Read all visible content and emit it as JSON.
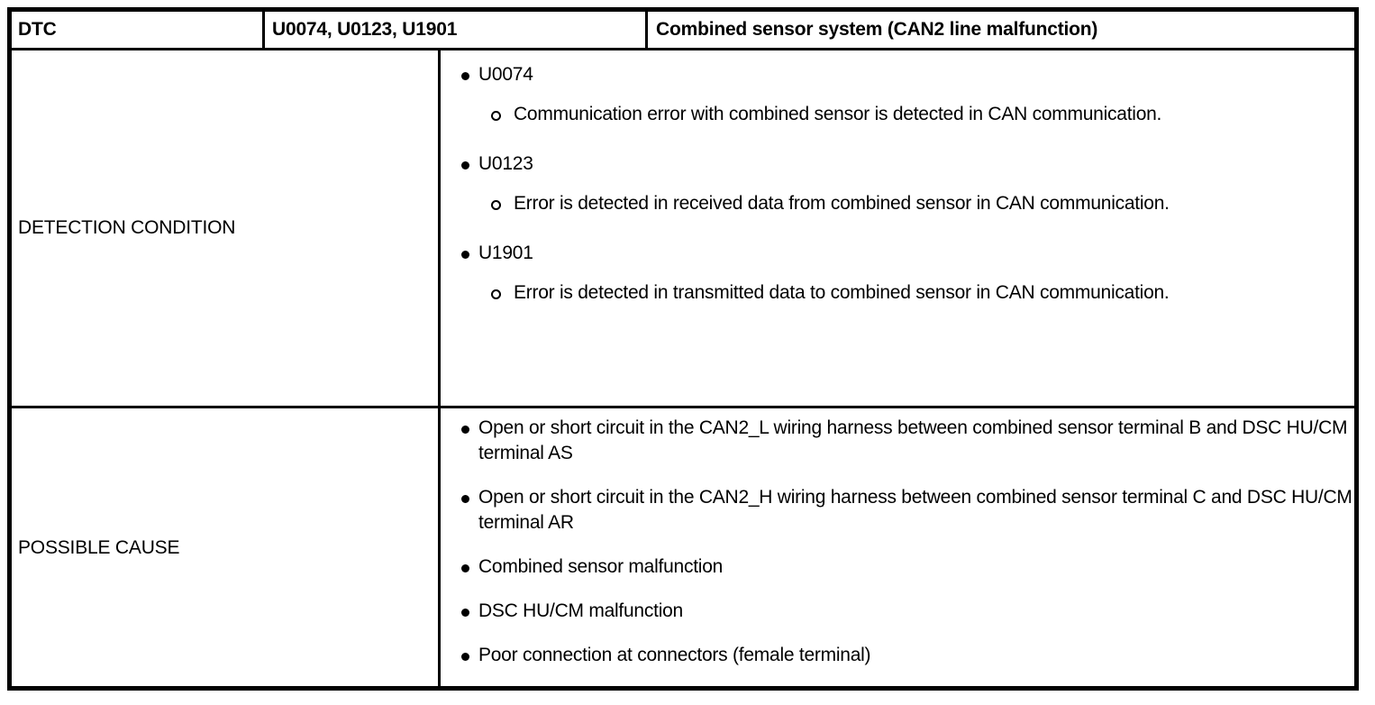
{
  "header": {
    "dtc_label": "DTC",
    "dtc_codes": "U0074, U0123, U1901",
    "dtc_name": "Combined sensor system (CAN2 line malfunction)"
  },
  "detection_condition": {
    "label": "DETECTION CONDITION",
    "groups": [
      {
        "code": "U0074",
        "details": [
          "Communication error with combined sensor is detected in CAN communication."
        ]
      },
      {
        "code": "U0123",
        "details": [
          "Error is detected in received data from combined sensor in CAN communication."
        ]
      },
      {
        "code": "U1901",
        "details": [
          "Error is detected in transmitted data to combined sensor in CAN communication."
        ]
      }
    ]
  },
  "possible_cause": {
    "label": "POSSIBLE CAUSE",
    "items": [
      "Open or short circuit in the CAN2_L wiring harness between combined sensor terminal B and DSC HU/CM terminal AS",
      "Open or short circuit in the CAN2_H wiring harness between combined sensor terminal C and DSC HU/CM terminal AR",
      "Combined sensor malfunction",
      "DSC HU/CM malfunction",
      "Poor connection at connectors (female terminal)"
    ]
  },
  "colors": {
    "border": "#000000",
    "text": "#000000",
    "background": "#ffffff"
  }
}
